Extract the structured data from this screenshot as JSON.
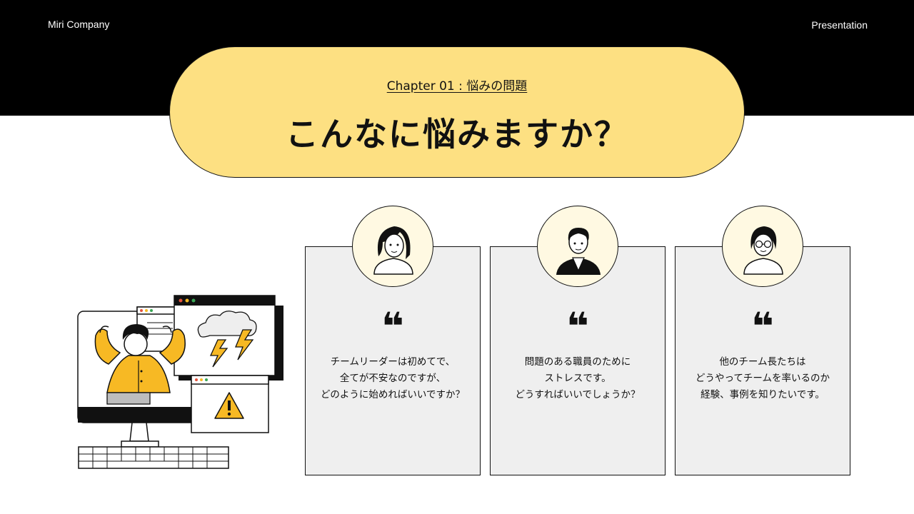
{
  "header": {
    "company": "Miri Company",
    "tag": "Presentation"
  },
  "hero": {
    "chapter": "Chapter 01 : 悩みの問題",
    "title": "こんなに悩みますか？"
  },
  "cards": [
    {
      "avatar": "woman-avatar-icon",
      "quote_mark": "❝",
      "lines": [
        "チームリーダーは初めてで、",
        "全てが不安なのですが、",
        "どのように始めればいいですか？"
      ]
    },
    {
      "avatar": "man-suit-avatar-icon",
      "quote_mark": "❝",
      "lines": [
        "問題のある職員のために",
        "ストレスです。",
        "どうすればいいでしょうか？"
      ]
    },
    {
      "avatar": "woman-glasses-avatar-icon",
      "quote_mark": "❝",
      "lines": [
        "他のチーム長たちは",
        "どうやってチームを率いるのか",
        "経験、事例を知りたいです。"
      ]
    }
  ],
  "colors": {
    "accent": "#fde082",
    "dark": "#000000",
    "card": "#efefef",
    "illustration_yellow": "#f7b924"
  }
}
